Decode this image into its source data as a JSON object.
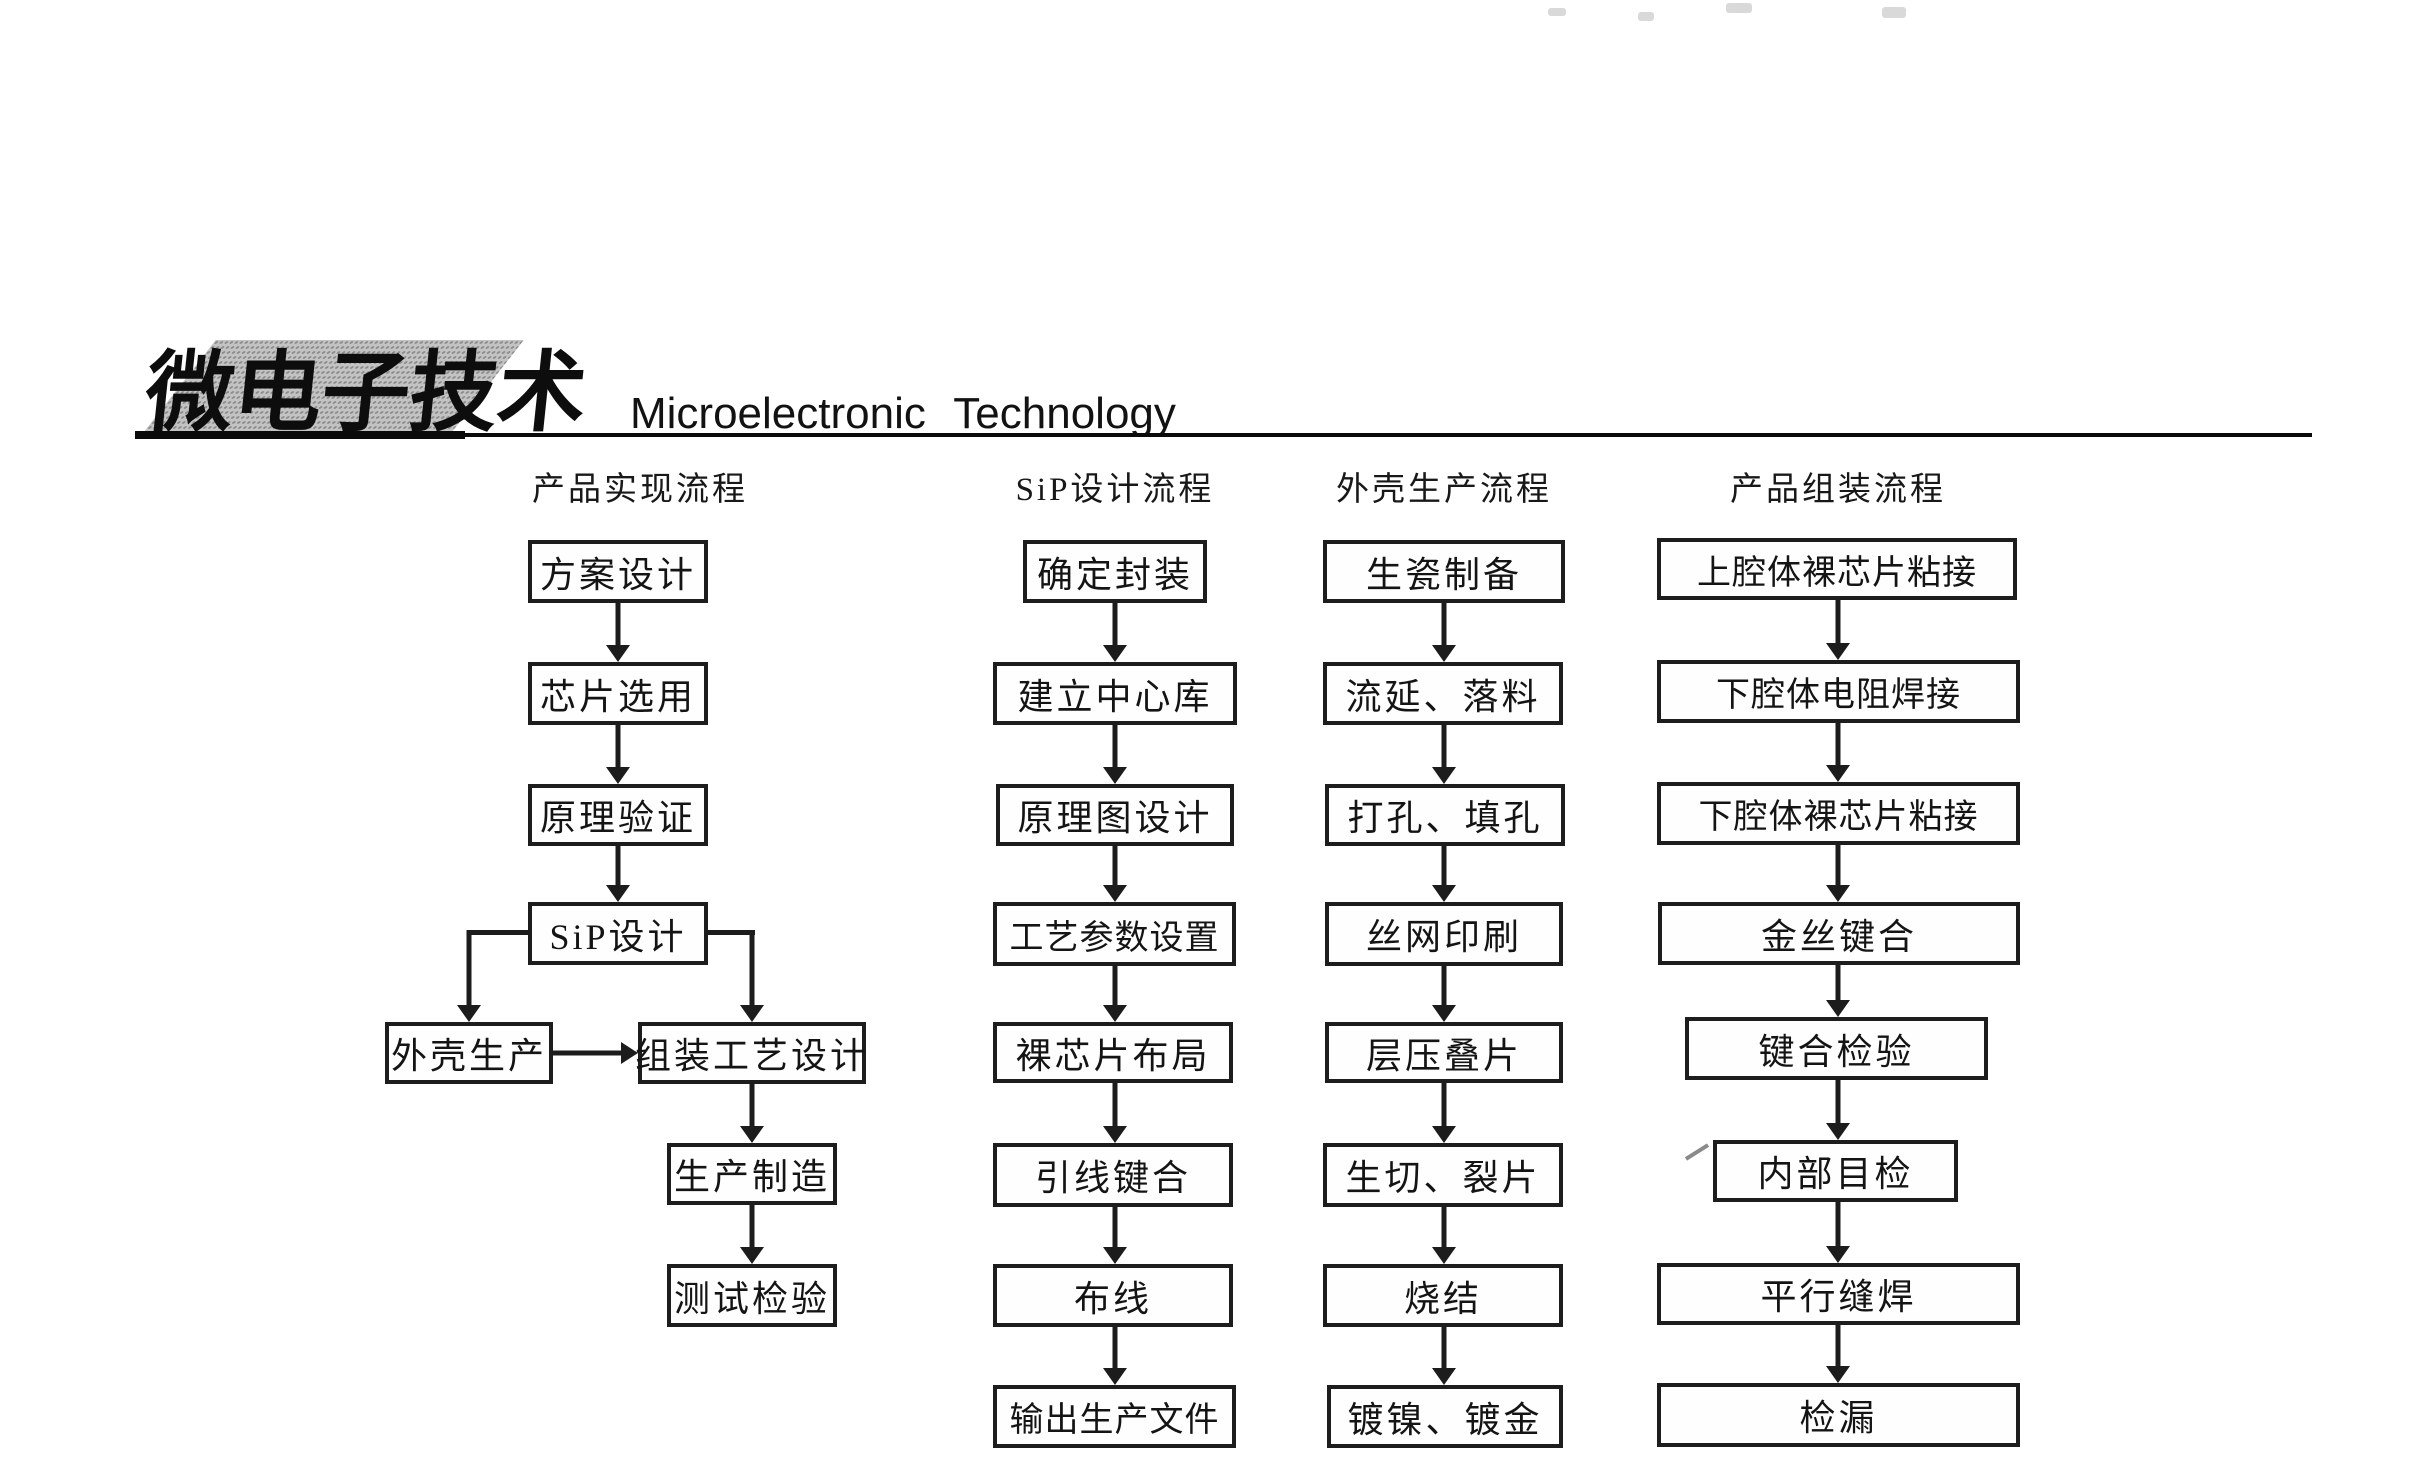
{
  "masthead": {
    "title_cn": "微电子技术",
    "title_en": "Microelectronic Technology"
  },
  "flows": [
    {
      "title": "产品实现流程",
      "steps": [
        "方案设计",
        "芯片选用",
        "原理验证",
        "SiP设计",
        "外壳生产",
        "组装工艺设计",
        "生产制造",
        "测试检验"
      ]
    },
    {
      "title": "SiP设计流程",
      "steps": [
        "确定封装",
        "建立中心库",
        "原理图设计",
        "工艺参数设置",
        "裸芯片布局",
        "引线键合",
        "布线",
        "输出生产文件"
      ]
    },
    {
      "title": "外壳生产流程",
      "steps": [
        "生瓷制备",
        "流延、落料",
        "打孔、填孔",
        "丝网印刷",
        "层压叠片",
        "生切、裂片",
        "烧结",
        "镀镍、镀金"
      ]
    },
    {
      "title": "产品组装流程",
      "steps": [
        "上腔体裸芯片粘接",
        "下腔体电阻焊接",
        "下腔体裸芯片粘接",
        "金丝键合",
        "键合检验",
        "内部目检",
        "平行缝焊",
        "检漏"
      ]
    }
  ],
  "colors": {
    "ink": "#1c1c1c",
    "halftone_gray": "#9a9a9a"
  }
}
